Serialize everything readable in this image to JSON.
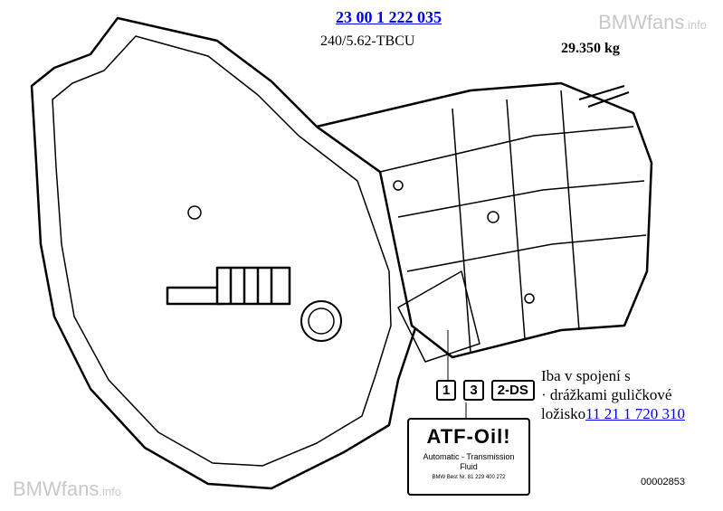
{
  "header": {
    "part_number": "23 00 1 222 035",
    "variant": "240/5.62-TBCU",
    "weight": "29.350 kg"
  },
  "watermark": {
    "brand": "BMWfans",
    "suffix": ".info"
  },
  "callouts": [
    "1",
    "3",
    "2-DS"
  ],
  "label": {
    "title": "ATF-Oil!",
    "subtitle_line1": "Automatic - Transmission",
    "subtitle_line2": "Fluid",
    "code": "BMW Best Nr. 81 229 400 272"
  },
  "note": {
    "line1": "Iba v spojení s",
    "line2": "· drážkami guličkové",
    "line3_prefix": "ložisko",
    "link": "11 21 1 720 310"
  },
  "diagram_code": "00002853"
}
